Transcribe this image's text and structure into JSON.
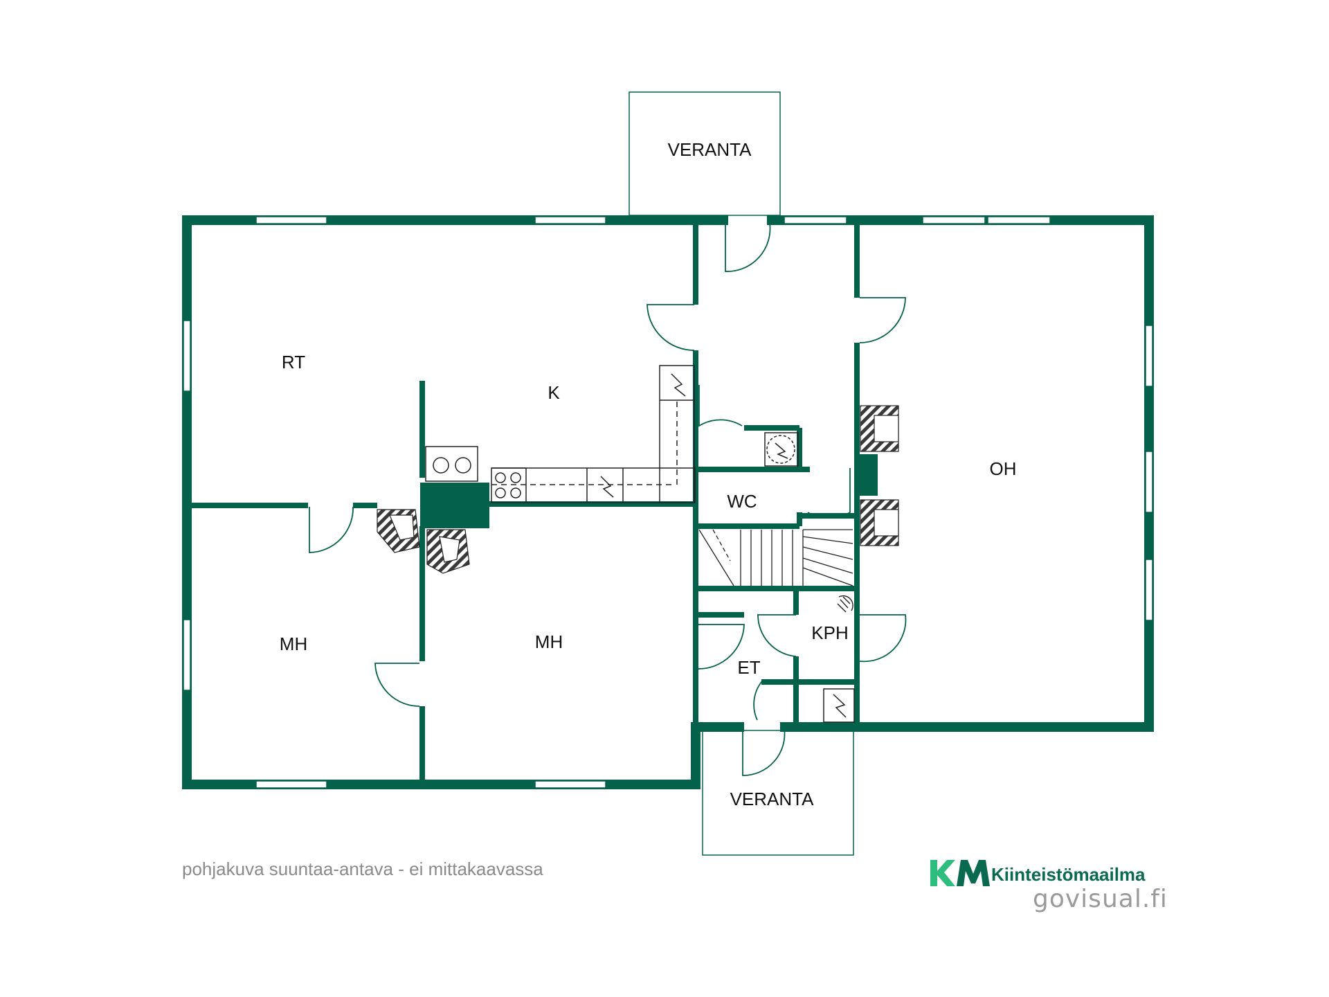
{
  "rooms": {
    "veranta_top": "VERANTA",
    "veranta_bottom": "VERANTA",
    "rt": "RT",
    "k": "K",
    "oh": "OH",
    "wc": "WC",
    "mh_left": "MH",
    "mh_center": "MH",
    "kph": "KPH",
    "et": "ET"
  },
  "footer": {
    "note": "pohjakuva suuntaa-antava - ei mittakaavassa",
    "brand_name": "Kiinteistömaailma",
    "website": "govisual.fi"
  },
  "colors": {
    "wall": "#05624a",
    "brand_light": "#2dbd7e",
    "brand_dark": "#0a6a50",
    "muted_text": "#8a8a8a"
  },
  "icons": {
    "electrical": "lightning-icon",
    "stove": "stove-icon",
    "fireplace": "fireplace-icon",
    "shower": "shower-icon"
  }
}
